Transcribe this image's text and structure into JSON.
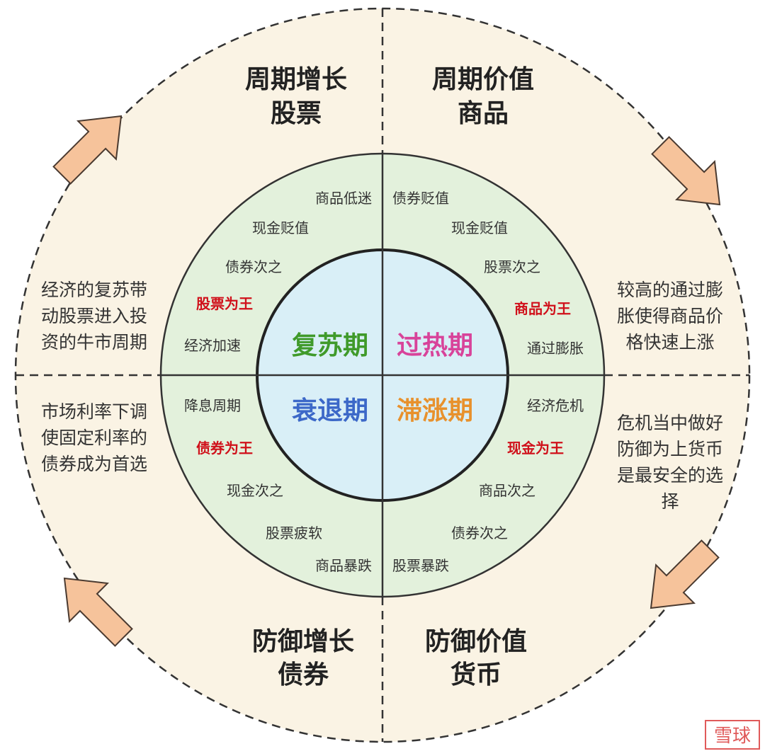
{
  "quadrants": {
    "top_left": {
      "title_line1": "周期增长",
      "title_line2": "股票"
    },
    "top_right": {
      "title_line1": "周期价值",
      "title_line2": "商品"
    },
    "bottom_left": {
      "title_line1": "防御增长",
      "title_line2": "债券"
    },
    "bottom_right": {
      "title_line1": "防御价值",
      "title_line2": "货币"
    }
  },
  "phases": {
    "recovery": {
      "label": "复苏期",
      "color": "#3f9a2a"
    },
    "overheat": {
      "label": "过热期",
      "color": "#d8439a"
    },
    "recession": {
      "label": "衰退期",
      "color": "#3c68c8"
    },
    "stagflation": {
      "label": "滞涨期",
      "color": "#e8912c"
    }
  },
  "ring_items": {
    "recovery": [
      "商品低迷",
      "现金贬值",
      "债券次之",
      "股票为王",
      "经济加速"
    ],
    "overheat": [
      "债券贬值",
      "现金贬值",
      "股票次之",
      "商品为王",
      "通过膨胀"
    ],
    "recession": [
      "降息周期",
      "债券为王",
      "现金次之",
      "股票疲软",
      "商品暴跌"
    ],
    "stagflation": [
      "经济危机",
      "现金为王",
      "商品次之",
      "债券次之",
      "股票暴跌"
    ]
  },
  "side_notes": {
    "top_left": [
      "经济的复苏带",
      "动股票进入投",
      "资的牛市周期"
    ],
    "top_right": [
      "较高的通过膨",
      "胀使得商品价",
      "格快速上涨"
    ],
    "bottom_left": [
      "市场利率下调",
      "使固定利率的",
      "债券成为首选"
    ],
    "bottom_right": [
      "危机当中做好",
      "防御为上货币",
      "是最安全的选",
      "择"
    ]
  },
  "watermark": "雪球",
  "colors": {
    "outer_fill": "#faf3e4",
    "ring_fill": "#e3f1dc",
    "inner_fill": "#d9eff7",
    "arrow_fill": "#f6c39b",
    "arrow_stroke": "#4a3a30",
    "highlight": "#d0101a"
  }
}
